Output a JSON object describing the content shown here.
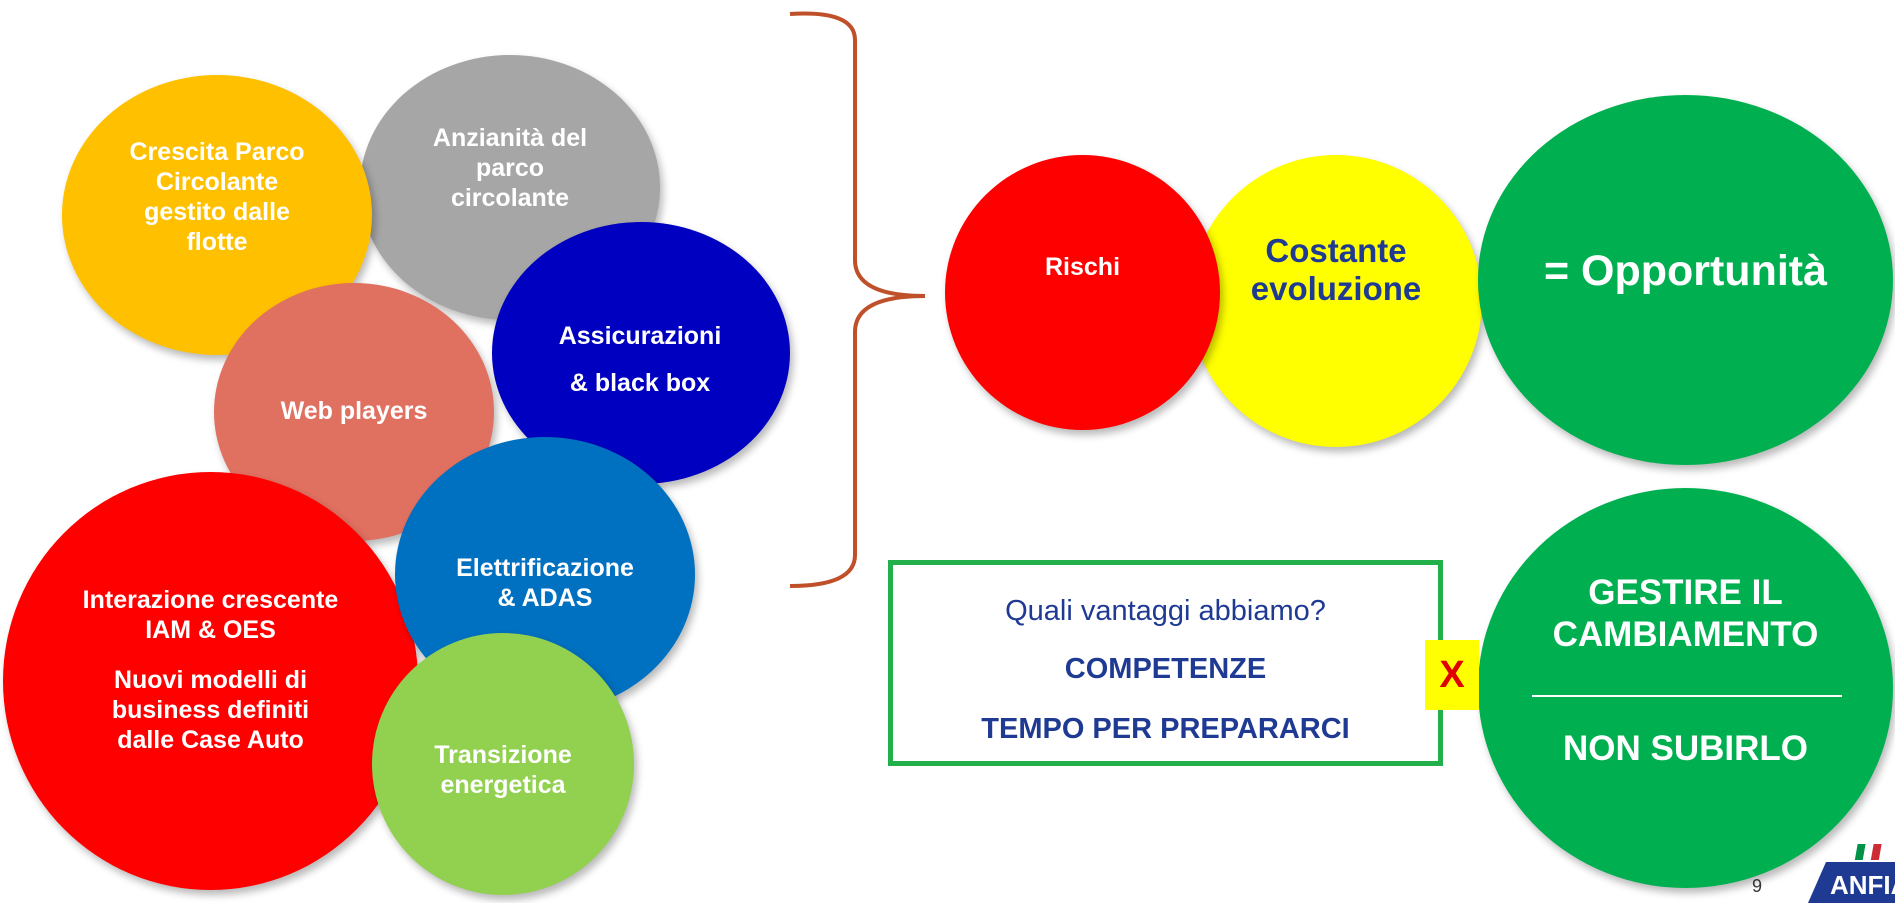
{
  "left_circles": {
    "crescita": "Crescita Parco\nCircolante\ngestito dalle\nflotte",
    "anzianita": "Anzianità del\nparco\ncircolante",
    "assicurazioni": "Assicurazioni\n& black box",
    "web": "Web players",
    "interazione_1": "Interazione crescente\nIAM & OES",
    "interazione_2": "Nuovi modelli di\nbusiness definiti\ndalle Case Auto",
    "elettrificazione": "Elettrificazione\n& ADAS",
    "transizione": "Transizione\nenergetica"
  },
  "right_circles": {
    "rischi": "Rischi",
    "costante": "Costante\nevoluzione",
    "opportunita": "= Opportunità",
    "gestire": "GESTIRE IL\nCAMBIAMENTO",
    "non_subirlo": "NON SUBIRLO"
  },
  "vantaggi_box": {
    "question": "Quali vantaggi abbiamo?",
    "item1": "COMPETENZE",
    "item2": "TEMPO PER PREPARARCI"
  },
  "multiply_sign": "X",
  "page_number": "9",
  "logo_text": "ANFIA",
  "colors": {
    "orange": "#ffc000",
    "gray": "#a6a6a6",
    "navy": "#0000c0",
    "salmon": "#e07060",
    "red": "#ff0000",
    "blue": "#0070c0",
    "lightgreen": "#92d050",
    "yellow": "#ffff00",
    "green": "#00b050",
    "brace": "#c0502a"
  }
}
